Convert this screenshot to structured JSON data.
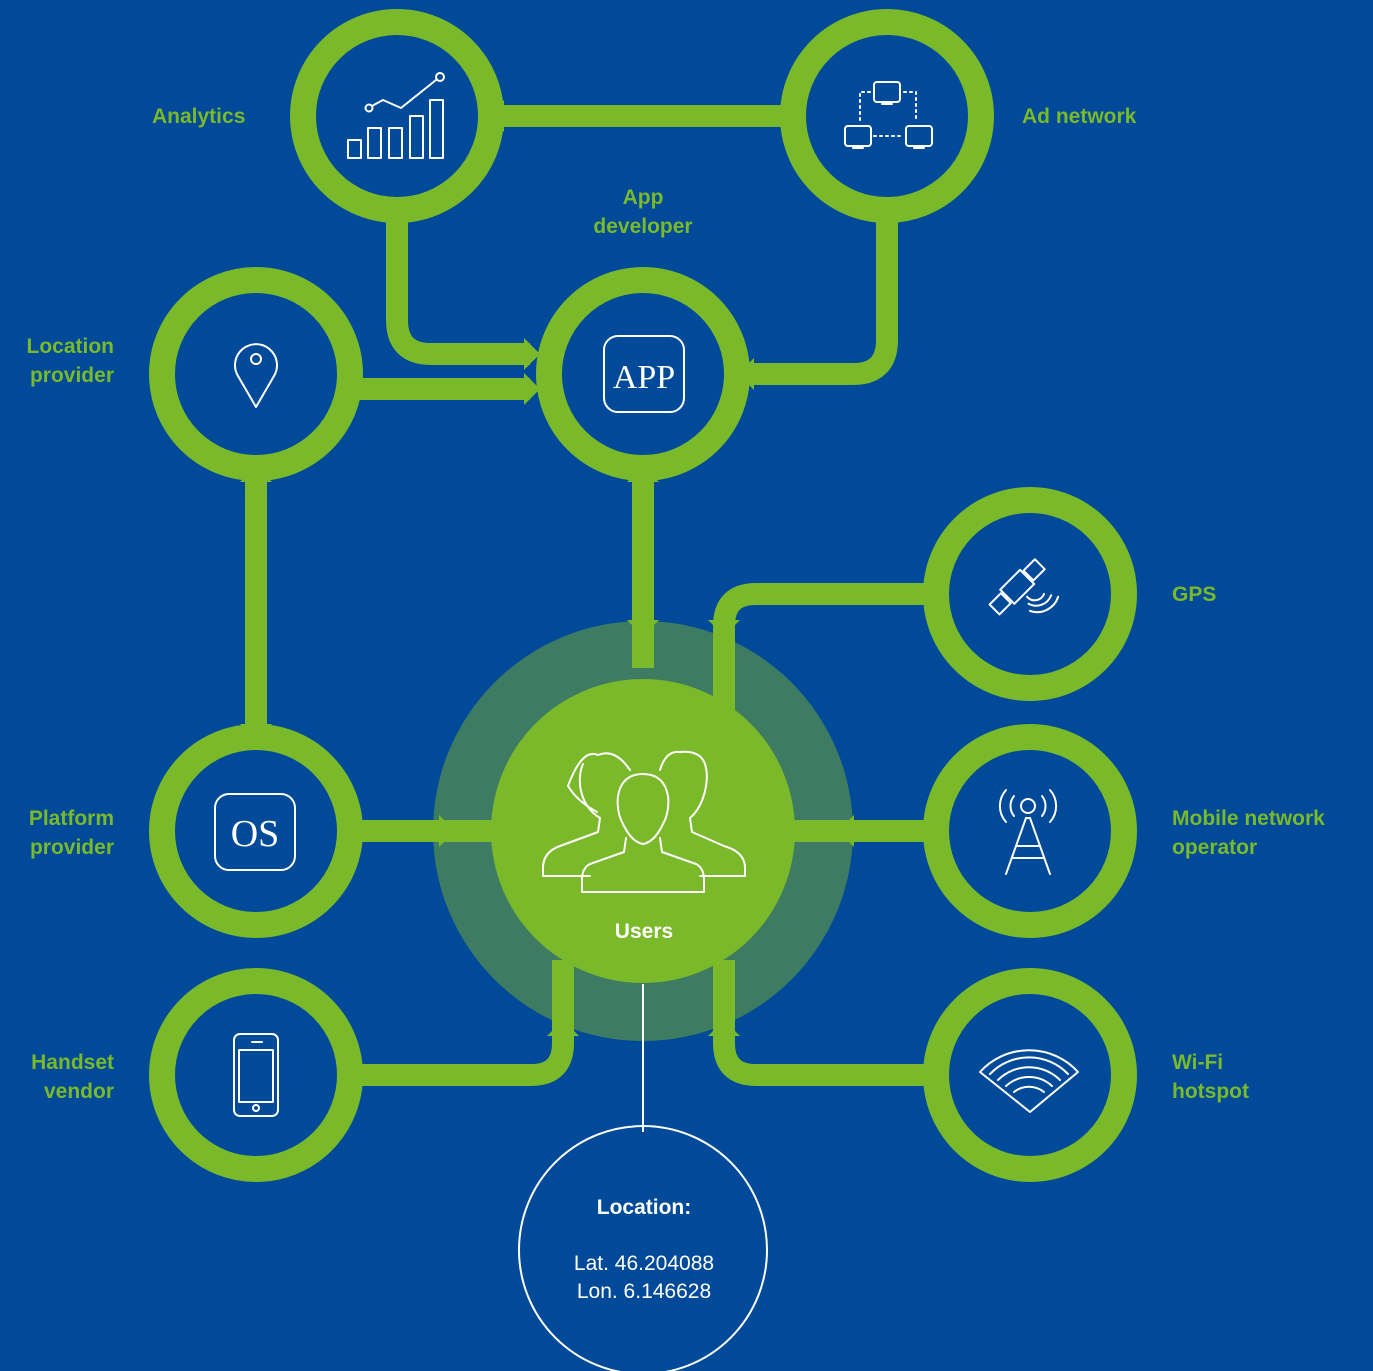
{
  "colors": {
    "background": "#004a99",
    "accent_green": "#7ab929",
    "halo_green": "#3d7c62",
    "icon_white": "#ffffff"
  },
  "nodes": {
    "analytics": {
      "lines": [
        "Analytics"
      ],
      "icon": "bar-chart-icon"
    },
    "ad_network": {
      "lines": [
        "Ad network"
      ],
      "icon": "network-icon"
    },
    "app_developer": {
      "lines": [
        "App",
        "developer"
      ],
      "icon": "app-icon",
      "icon_text": "APP"
    },
    "location_provider": {
      "lines": [
        "Location",
        "provider"
      ],
      "icon": "map-pin-icon"
    },
    "gps": {
      "lines": [
        "GPS"
      ],
      "icon": "satellite-icon"
    },
    "platform_provider": {
      "lines": [
        "Platform",
        "provider"
      ],
      "icon": "os-icon",
      "icon_text": "OS"
    },
    "mobile_network_operator": {
      "lines": [
        "Mobile network",
        "operator"
      ],
      "icon": "cell-tower-icon"
    },
    "handset_vendor": {
      "lines": [
        "Handset",
        "vendor"
      ],
      "icon": "smartphone-icon"
    },
    "wifi_hotspot": {
      "lines": [
        "Wi-Fi",
        "hotspot"
      ],
      "icon": "wifi-icon"
    },
    "users": {
      "label": "Users",
      "icon": "users-group-icon"
    }
  },
  "location": {
    "title": "Location:",
    "lat": "Lat. 46.204088",
    "lon": "Lon. 6.146628"
  }
}
